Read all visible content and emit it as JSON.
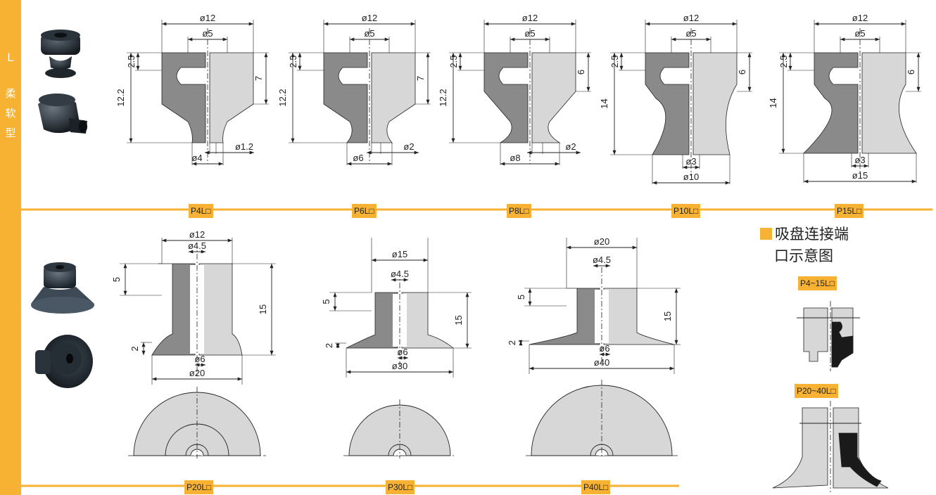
{
  "sidebar": {
    "chars": [
      "L",
      "柔",
      "软",
      "型"
    ],
    "color": "#f7b233"
  },
  "accent": "#f7b233",
  "models_top": [
    {
      "name": "P4L□",
      "d_outer": "ø12",
      "d_inner": "ø5",
      "h_neck": "2.5",
      "h_upper": "7",
      "h_total": "12.2",
      "d_hole": "ø1.2",
      "d_base": "ø4"
    },
    {
      "name": "P6L□",
      "d_outer": "ø12",
      "d_inner": "ø5",
      "h_neck": "2.5",
      "h_upper": "7",
      "h_total": "12.2",
      "d_hole": "ø2",
      "d_base": "ø6"
    },
    {
      "name": "P8L□",
      "d_outer": "ø12",
      "d_inner": "ø5",
      "h_neck": "2.5",
      "h_upper": "6",
      "h_total": "12.2",
      "d_hole": "ø2",
      "d_base": "ø8"
    },
    {
      "name": "P10L□",
      "d_outer": "ø12",
      "d_inner": "ø5",
      "h_neck": "2.5",
      "h_upper": "6",
      "h_total": "14",
      "d_hole": "ø3",
      "d_base": "ø10"
    },
    {
      "name": "P15L□",
      "d_outer": "ø12",
      "d_inner": "ø5",
      "h_neck": "2.5",
      "h_upper": "6",
      "h_total": "14",
      "d_hole": "ø3",
      "d_base": "ø15"
    }
  ],
  "models_bottom": [
    {
      "name": "P20L□",
      "d_outer": "ø12",
      "d_inner": "ø4.5",
      "h_top": "5",
      "h_total": "15",
      "h_lip": "2",
      "d_hole": "ø6",
      "d_base": "ø20"
    },
    {
      "name": "P30L□",
      "d_outer": "ø15",
      "d_inner": "ø4.5",
      "h_top": "5",
      "h_total": "15",
      "h_lip": "2",
      "d_hole": "ø6",
      "d_base": "ø30"
    },
    {
      "name": "P40L□",
      "d_outer": "ø20",
      "d_inner": "ø4.5",
      "h_top": "5",
      "h_total": "15",
      "h_lip": "2",
      "d_hole": "ø6",
      "d_base": "ø40"
    }
  ],
  "legend": {
    "title_line1": "吸盘连接端",
    "title_line2": "口示意图",
    "label_small": "P4~15L□",
    "label_large": "P20~40L□"
  }
}
